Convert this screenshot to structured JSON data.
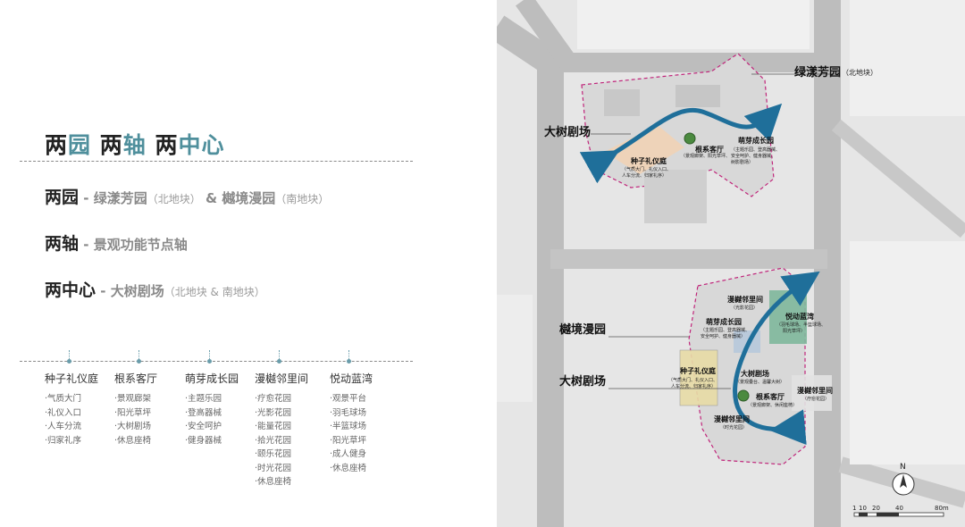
{
  "title": {
    "p1a": "两",
    "p1b": "园",
    "p2a": "两",
    "p2b": "轴",
    "p3a": "两",
    "p3b": "中心"
  },
  "lines": [
    {
      "head": "两园",
      "dash": " - ",
      "sub": "绿漾芳园",
      "note1": "（北地块）",
      "amp": " & ",
      "sub2": "樾境漫园",
      "note2": "（南地块）"
    },
    {
      "head": "两轴",
      "dash": " - ",
      "sub": "景观功能节点轴"
    },
    {
      "head": "两中心",
      "dash": " - ",
      "sub": "大树剧场",
      "note1": "（北地块 & 南地块）"
    }
  ],
  "columns": [
    {
      "header": "种子礼仪庭",
      "items": [
        "·气质大门",
        "·礼仪入口",
        "·人车分流",
        "·归家礼序"
      ]
    },
    {
      "header": "根系客厅",
      "items": [
        "·景观廊架",
        "·阳光草坪",
        "·大树剧场",
        "·休息座椅"
      ]
    },
    {
      "header": "萌芽成长园",
      "items": [
        "·主题乐园",
        "·登高器械",
        "·安全呵护",
        "·健身器械"
      ]
    },
    {
      "header": "漫樾邻里间",
      "items": [
        "·疗愈花园",
        "·光影花园",
        "·能量花园",
        "·拾光花园",
        "·颐乐花园",
        "·时光花园",
        "·休息座椅"
      ]
    },
    {
      "header": "悦动蓝湾",
      "items": [
        "·观景平台",
        "·羽毛球场",
        "·半篮球场",
        "·阳光草坪",
        "·成人健身",
        "·休息座椅"
      ]
    }
  ],
  "map": {
    "callouts": {
      "north_garden": "绿漾芳园",
      "north_garden_note": "（北地块）",
      "theater_n": "大树剧场",
      "south_garden": "樾境漫园",
      "theater_s": "大树剧场"
    },
    "north_nodes": {
      "root_hall": "根系客厅",
      "sprout": "萌芽成长园",
      "sprout_note1": "（主题乐园、登高器械、",
      "sprout_note2": "安全呵护、健身器械、",
      "sprout_note3": "（景观廊架、阳光草坪、",
      "sprout_note4": "树影剧场）",
      "seed": "种子礼仪庭",
      "seed_note1": "（气质大门、礼仪入口、",
      "seed_note2": "人车分流、归家礼序）"
    },
    "south_nodes": {
      "neighbor_top": "漫樾邻里间",
      "neighbor_top_note": "（光影花园）",
      "sprout": "萌芽成长园",
      "sprout_note1": "（主题乐园、登高器械、",
      "sprout_note2": "安全呵护、健身器械）",
      "bay": "悦动蓝湾",
      "bay_note1": "（羽毛球场、半篮球场、",
      "bay_note2": "阳光草坪）",
      "seed": "种子礼仪庭",
      "seed_note1": "（气质大门、礼仪入口、",
      "seed_note2": "人车分流、归家礼序）",
      "theater": "大树剧场",
      "theater_note": "（景观叠台、温馨大树）",
      "root_hall": "根系客厅",
      "root_hall_note": "（景观廊架、休闲座椅）",
      "neighbor_right": "漫樾邻里间",
      "neighbor_right_note": "（疗愈花园）",
      "neighbor_bottom": "漫樾邻里间",
      "neighbor_bottom_note": "（时光花园）"
    },
    "north_arrow": "N",
    "scale": [
      "1",
      "10",
      "20",
      "40",
      "80m"
    ]
  },
  "colors": {
    "accent": "#4f8f9c",
    "arrow": "#1f6f9a",
    "boundary": "#c0247a",
    "road": "#b9b9b9",
    "block": "#e2e2e2"
  }
}
